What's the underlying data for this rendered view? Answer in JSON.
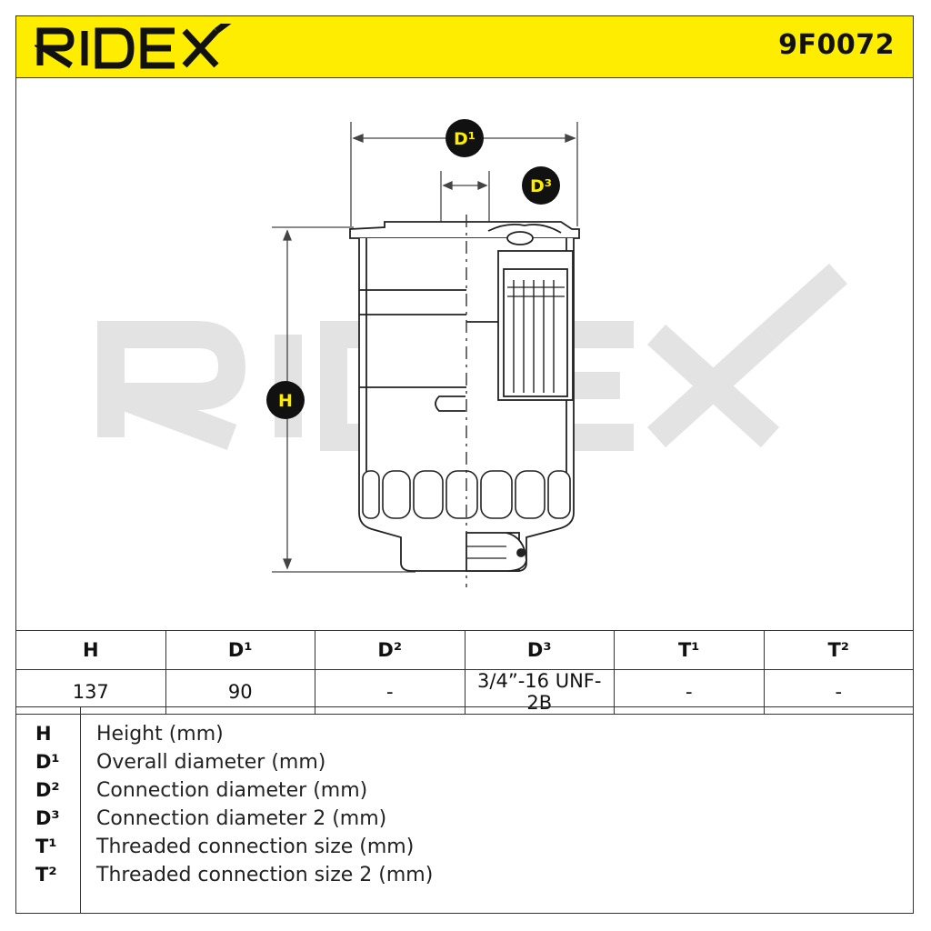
{
  "header": {
    "brand": "RIDEX",
    "part_number": "9F0072",
    "colors": {
      "accent": "#ffed00",
      "badge": "#111111",
      "badge_text": "#ffed00",
      "watermark": "#e3e3e3"
    }
  },
  "drawing": {
    "watermark": "RIDEX",
    "labels": {
      "d1": "D¹",
      "d3": "D³",
      "h": "H"
    }
  },
  "spec_table": {
    "headers": [
      "H",
      "D¹",
      "D²",
      "D³",
      "T¹",
      "T²"
    ],
    "values": [
      "137",
      "90",
      "-",
      "3/4”-16 UNF-2B",
      "-",
      "-"
    ]
  },
  "legend": [
    {
      "key": "H",
      "desc": "Height (mm)"
    },
    {
      "key": "D¹",
      "desc": "Overall diameter (mm)"
    },
    {
      "key": "D²",
      "desc": "Connection diameter (mm)"
    },
    {
      "key": "D³",
      "desc": "Connection diameter 2 (mm)"
    },
    {
      "key": "T¹",
      "desc": "Threaded connection size (mm)"
    },
    {
      "key": "T²",
      "desc": "Threaded connection size 2 (mm)"
    }
  ]
}
